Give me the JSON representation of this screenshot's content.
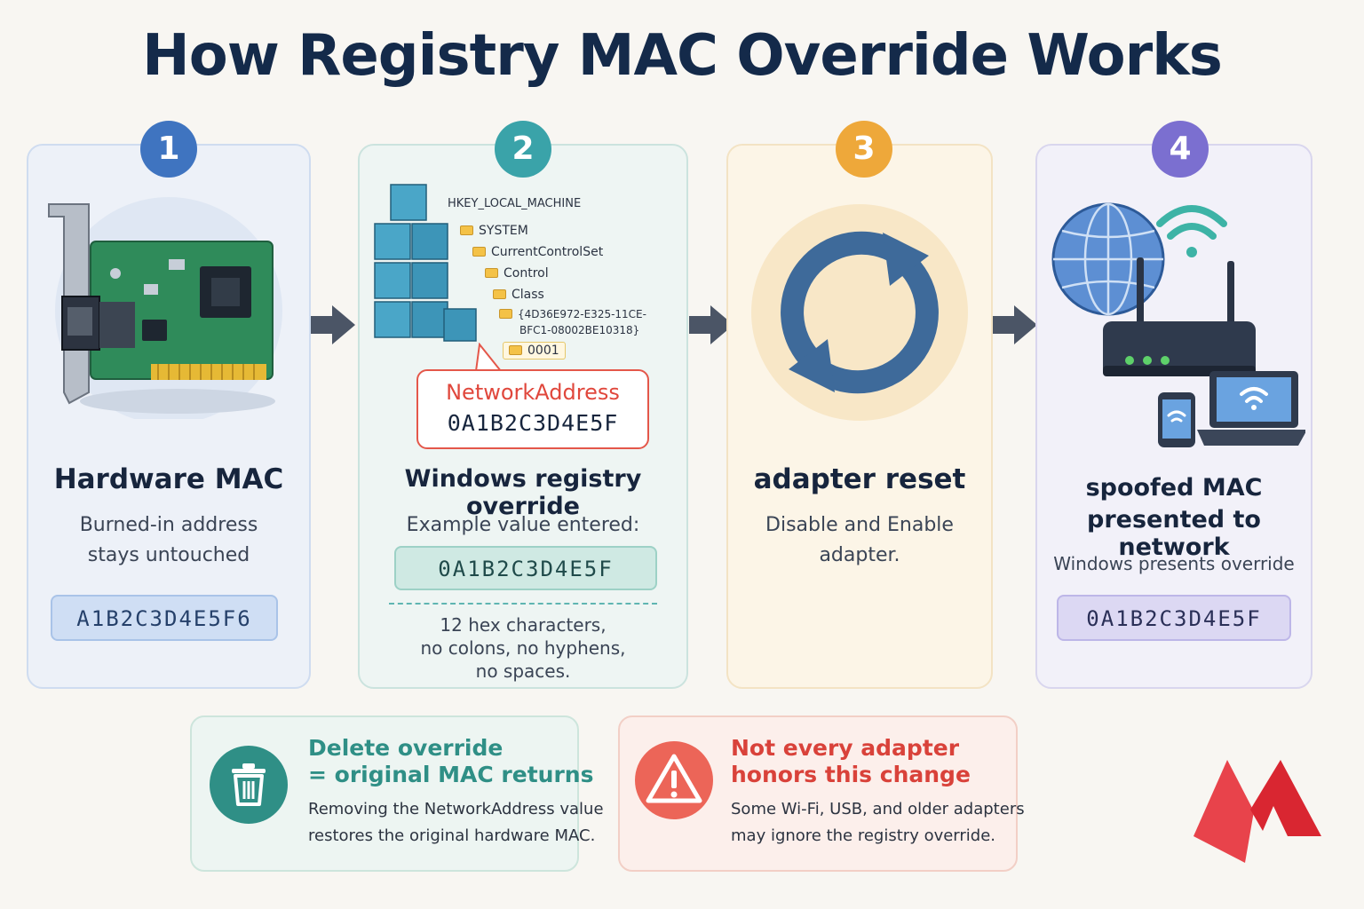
{
  "title": "How Registry MAC Override Works",
  "steps": [
    {
      "number": "1",
      "heading": "Hardware MAC",
      "lines": [
        "Burned-in address",
        "stays untouched"
      ],
      "mac": "A1B2C3D4E5F6"
    },
    {
      "number": "2",
      "heading": "Windows registry override",
      "caption": "Example value entered:",
      "mac": "0A1B2C3D4E5F",
      "note": [
        "12 hex characters,",
        "no colons, no hyphens,",
        "no spaces."
      ],
      "registry": {
        "root": "HKEY_LOCAL_MACHINE",
        "path": [
          "SYSTEM",
          "CurrentControlSet",
          "Control",
          "Class",
          "{4D36E972-E325-11CE-",
          "BFC1-08002BE10318}",
          "0001"
        ]
      },
      "callout": {
        "name": "NetworkAddress",
        "value": "0A1B2C3D4E5F"
      }
    },
    {
      "number": "3",
      "heading": "adapter reset",
      "lines": [
        "Disable and Enable",
        "adapter."
      ]
    },
    {
      "number": "4",
      "heading_lines": [
        "spoofed MAC",
        "presented to network"
      ],
      "caption": "Windows presents override",
      "mac": "0A1B2C3D4E5F"
    }
  ],
  "notes": [
    {
      "title_lines": [
        "Delete override",
        "= original MAC returns"
      ],
      "text_lines": [
        "Removing the NetworkAddress value",
        "restores the original hardware MAC."
      ],
      "icon": "trash-icon"
    },
    {
      "title_lines": [
        "Not every adapter",
        "honors this change"
      ],
      "text_lines": [
        "Some Wi-Fi, USB, and older adapters",
        "may ignore the registry override."
      ],
      "icon": "warning-icon"
    }
  ],
  "colors": {
    "title": "#142a4a",
    "step1": "#3f74c0",
    "step2": "#3aa3a9",
    "step3": "#eea83a",
    "step4": "#7b6fd0",
    "teal": "#2f8f86",
    "red": "#e04848"
  }
}
